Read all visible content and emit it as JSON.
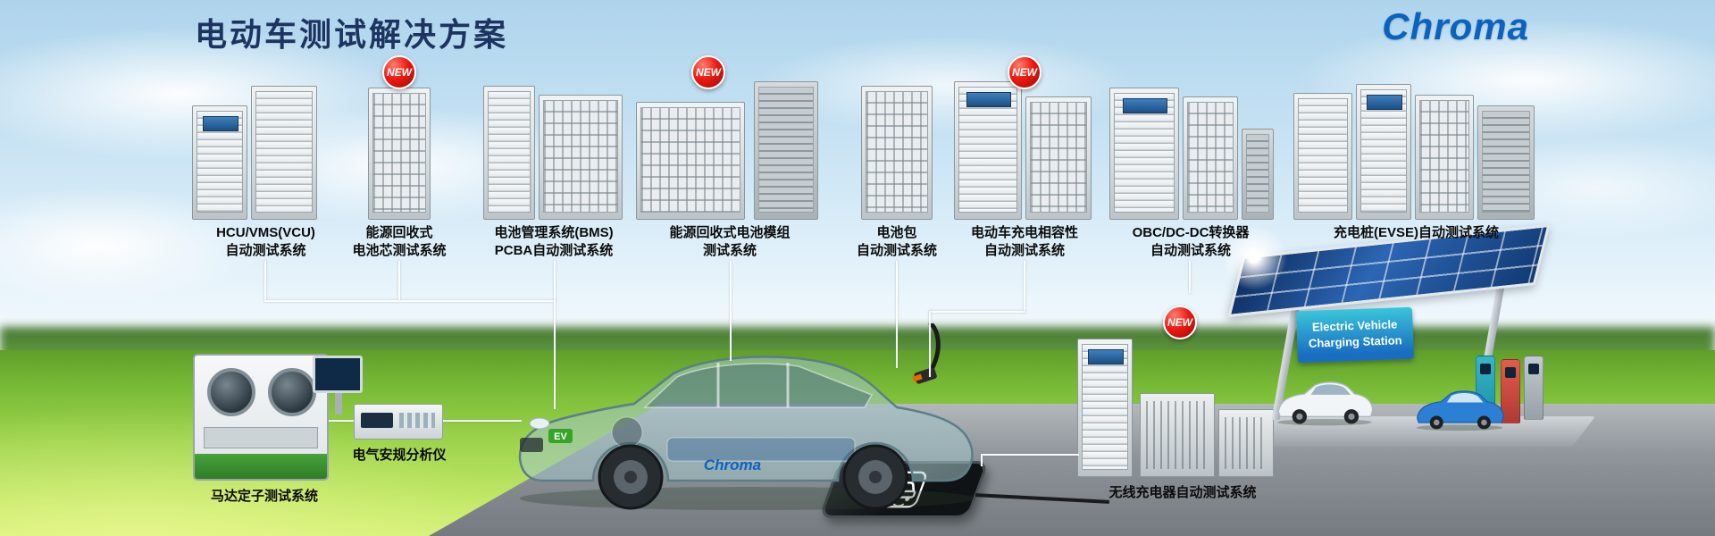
{
  "colors": {
    "brand_blue": "#0a63c0",
    "title_navy": "#1d3461",
    "new_badge_red": "#ef1a12",
    "grass_green": "#79bb36",
    "sky_blue": "#c6e2f3",
    "ev_sign_blue": "#1a6ec2"
  },
  "header": {
    "title": "电动车测试解决方案",
    "brand": "Chroma"
  },
  "badge": {
    "new_label": "NEW"
  },
  "stations": [
    {
      "line1": "HCU/VMS(VCU)",
      "line2": "自动测试系统",
      "is_new": false
    },
    {
      "line1": "能源回收式",
      "line2": "电池芯测试系统",
      "is_new": true
    },
    {
      "line1": "电池管理系统(BMS)",
      "line2": "PCBA自动测试系统",
      "is_new": false
    },
    {
      "line1": "能源回收式电池模组",
      "line2": "测试系统",
      "is_new": true
    },
    {
      "line1": "电池包",
      "line2": "自动测试系统",
      "is_new": false
    },
    {
      "line1": "电动车充电相容性",
      "line2": "自动测试系统",
      "is_new": true
    },
    {
      "line1": "OBC/DC-DC转换器",
      "line2": "自动测试系统",
      "is_new": false
    },
    {
      "line1": "充电桩(EVSE)自动测试系统",
      "line2": "",
      "is_new": false
    }
  ],
  "floor_items": {
    "motor_stator": {
      "label": "马达定子测试系统"
    },
    "safety_analyzer": {
      "label": "电气安规分析仪"
    },
    "wireless_charger": {
      "label": "无线充电器自动测试系统",
      "is_new": true
    }
  },
  "car": {
    "ev_badge": "EV",
    "brand": "Chroma"
  },
  "charging_station": {
    "sign_line1": "Electric Vehicle",
    "sign_line2": "Charging Station"
  }
}
